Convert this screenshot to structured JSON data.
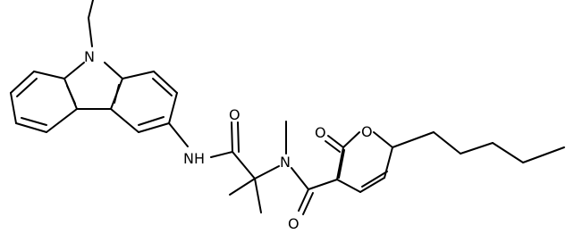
{
  "atom_labels": {
    "n_carbazole": "N",
    "n_amide_nh": "NH",
    "o_amide_carbonyl": "O",
    "n_methyl": "N",
    "o_pyranone_exo": "O",
    "o_pyranone_ring": "O",
    "o_carboxamide": "O"
  },
  "colors": {
    "bond": "#000000",
    "label": "#000000",
    "background": "#ffffff"
  }
}
